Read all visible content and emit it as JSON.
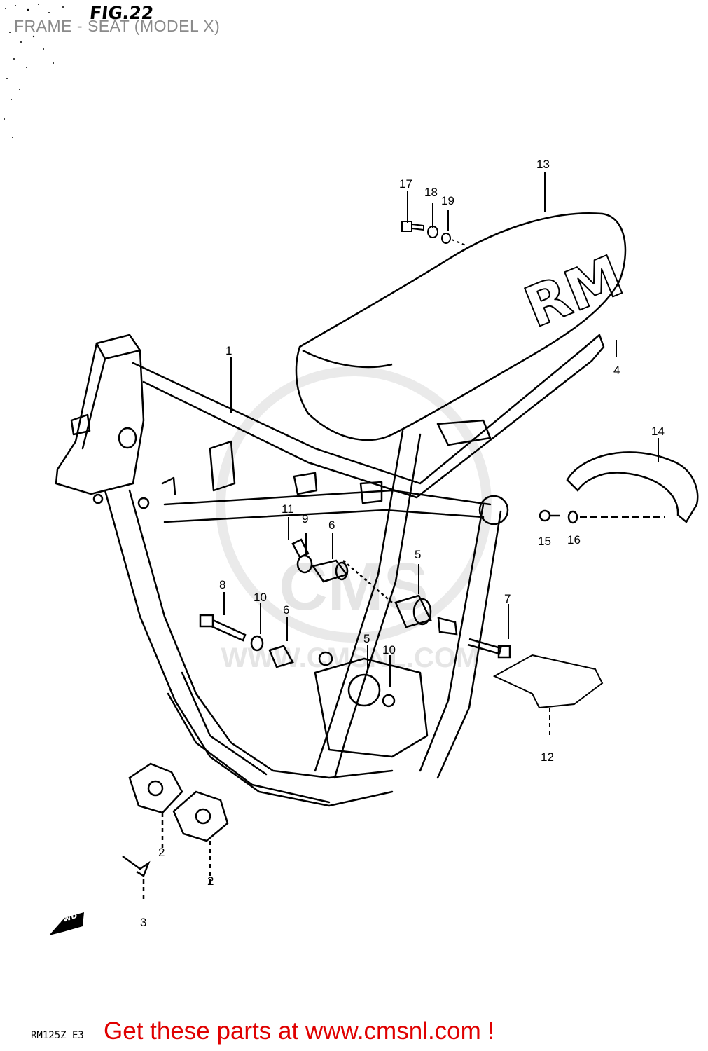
{
  "header": {
    "figure_label": "FIG.22",
    "title": "FRAME - SEAT (MODEL X)"
  },
  "diagram": {
    "callouts": [
      "1",
      "2",
      "2",
      "3",
      "4",
      "5",
      "5",
      "6",
      "6",
      "7",
      "8",
      "9",
      "10",
      "10",
      "11",
      "12",
      "13",
      "14",
      "15",
      "16",
      "17",
      "18",
      "19"
    ],
    "seat_logo": "RM",
    "fwd_marker": "FWD",
    "model_code": "RM125Z E3"
  },
  "watermark": {
    "brand": "CMS",
    "url": "WWW.CMSNL.COM"
  },
  "footer": {
    "promo_link": "Get these parts at www.cmsnl.com !"
  },
  "colors": {
    "line": "#000000",
    "title": "#8a8a8a",
    "promo": "#e00000",
    "watermark": "#d8d8d8"
  }
}
